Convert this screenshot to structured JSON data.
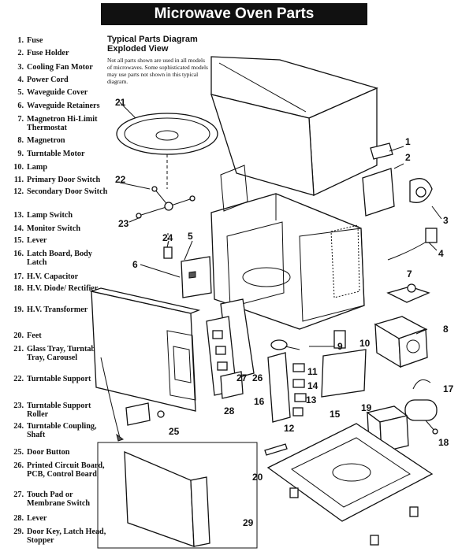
{
  "title": "Microwave Oven Parts",
  "diagram_heading": [
    "Typical Parts Diagram",
    "Exploded View"
  ],
  "diagram_note": "Not all parts shown are used in all models of microwaves. Some sophisticated models may use parts not shown in this typical diagram.",
  "parts": [
    {
      "num": "1.",
      "name": "Fuse"
    },
    {
      "num": "2.",
      "name": "Fuse Holder"
    },
    {
      "num": "3.",
      "name": "Cooling Fan Motor"
    },
    {
      "num": "4.",
      "name": "Power Cord"
    },
    {
      "num": "5.",
      "name": "Waveguide Cover"
    },
    {
      "num": "6.",
      "name": "Waveguide Retainers"
    },
    {
      "num": "7.",
      "name": "Magnetron Hi-Limit Thermostat"
    },
    {
      "num": "8.",
      "name": "Magnetron"
    },
    {
      "num": "9.",
      "name": "Turntable Motor"
    },
    {
      "num": "10.",
      "name": "Lamp"
    },
    {
      "num": "11.",
      "name": "Primary Door Switch"
    },
    {
      "num": "12.",
      "name": "Secondary Door Switch"
    },
    {
      "num": "13.",
      "name": "Lamp Switch"
    },
    {
      "num": "14.",
      "name": "Monitor Switch"
    },
    {
      "num": "15.",
      "name": "Lever"
    },
    {
      "num": "16.",
      "name": "Latch Board, Body Latch"
    },
    {
      "num": "17.",
      "name": "H.V. Capacitor"
    },
    {
      "num": "18.",
      "name": "H.V. Diode/ Rectifier"
    },
    {
      "num": "19.",
      "name": "H.V. Transformer"
    },
    {
      "num": "20.",
      "name": "Feet"
    },
    {
      "num": "21.",
      "name": "Glass Tray, Turntable Tray, Carousel"
    },
    {
      "num": "22.",
      "name": "Turntable Support"
    },
    {
      "num": "23.",
      "name": "Turntable Support Roller"
    },
    {
      "num": "24.",
      "name": "Turntable Coupling, Shaft"
    },
    {
      "num": "25.",
      "name": "Door Button"
    },
    {
      "num": "26.",
      "name": "Printed Circuit Board, PCB, Control Board"
    },
    {
      "num": "27.",
      "name": "Touch Pad or Membrane Switch"
    },
    {
      "num": "28.",
      "name": "Lever"
    },
    {
      "num": "29.",
      "name": "Door Key, Latch Head, Stopper"
    }
  ],
  "callouts": [
    "1",
    "2",
    "3",
    "4",
    "5",
    "6",
    "7",
    "8",
    "9",
    "10",
    "11",
    "12",
    "13",
    "14",
    "15",
    "16",
    "17",
    "18",
    "19",
    "20",
    "21",
    "22",
    "23",
    "24",
    "25",
    "26",
    "27",
    "28",
    "29"
  ]
}
